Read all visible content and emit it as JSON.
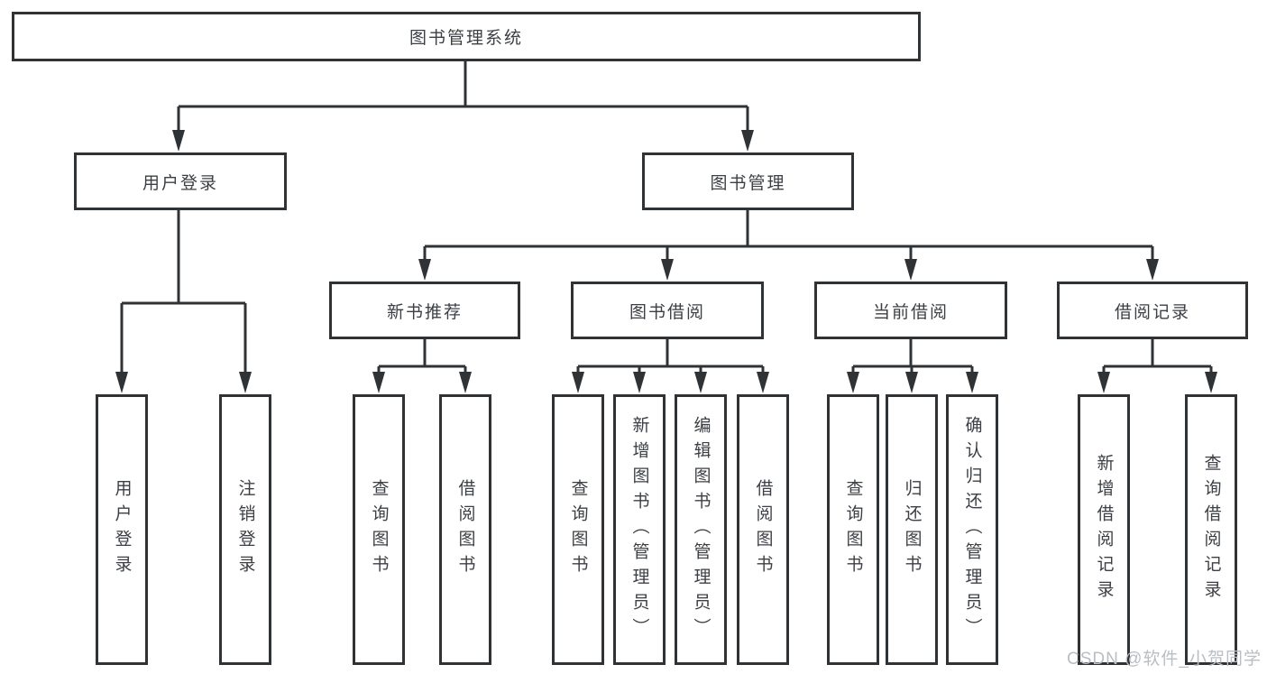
{
  "diagram": {
    "title": "图书管理系统",
    "type": "hierarchy-tree",
    "nodes": {
      "root": "图书管理系统",
      "user_login": "用户登录",
      "book_mgmt": "图书管理",
      "new_book_rec": "新书推荐",
      "book_borrow": "图书借阅",
      "current_borrow": "当前借阅",
      "borrow_records": "借阅记录",
      "a1": "用户登录",
      "a2": "注销登录",
      "b1": "查询图书",
      "b2": "借阅图书",
      "c1": "查询图书",
      "c2": "新增图书（管理员）",
      "c3": "编辑图书（管理员）",
      "c4": "借阅图书",
      "d1": "查询图书",
      "d2": "归还图书",
      "d3": "确认归还（管理员）",
      "e1": "新增借阅记录",
      "e2": "查询借阅记录"
    },
    "edges": [
      {
        "from": "root",
        "to": [
          "user_login",
          "book_mgmt"
        ]
      },
      {
        "from": "user_login",
        "to": [
          "a1",
          "a2"
        ]
      },
      {
        "from": "book_mgmt",
        "to": [
          "new_book_rec",
          "book_borrow",
          "current_borrow",
          "borrow_records"
        ]
      },
      {
        "from": "new_book_rec",
        "to": [
          "b1",
          "b2"
        ]
      },
      {
        "from": "book_borrow",
        "to": [
          "c1",
          "c2",
          "c3",
          "c4"
        ]
      },
      {
        "from": "current_borrow",
        "to": [
          "d1",
          "d2",
          "d3"
        ]
      },
      {
        "from": "borrow_records",
        "to": [
          "e1",
          "e2"
        ]
      }
    ],
    "colors": {
      "line": "#303336",
      "box_border": "#303336",
      "box_fill": "#ffffff",
      "text": "#3c3f43",
      "watermark": "#b9bec3",
      "background": "#ffffff"
    }
  },
  "watermark": {
    "text": "CSDN @软件_小贺同学"
  }
}
